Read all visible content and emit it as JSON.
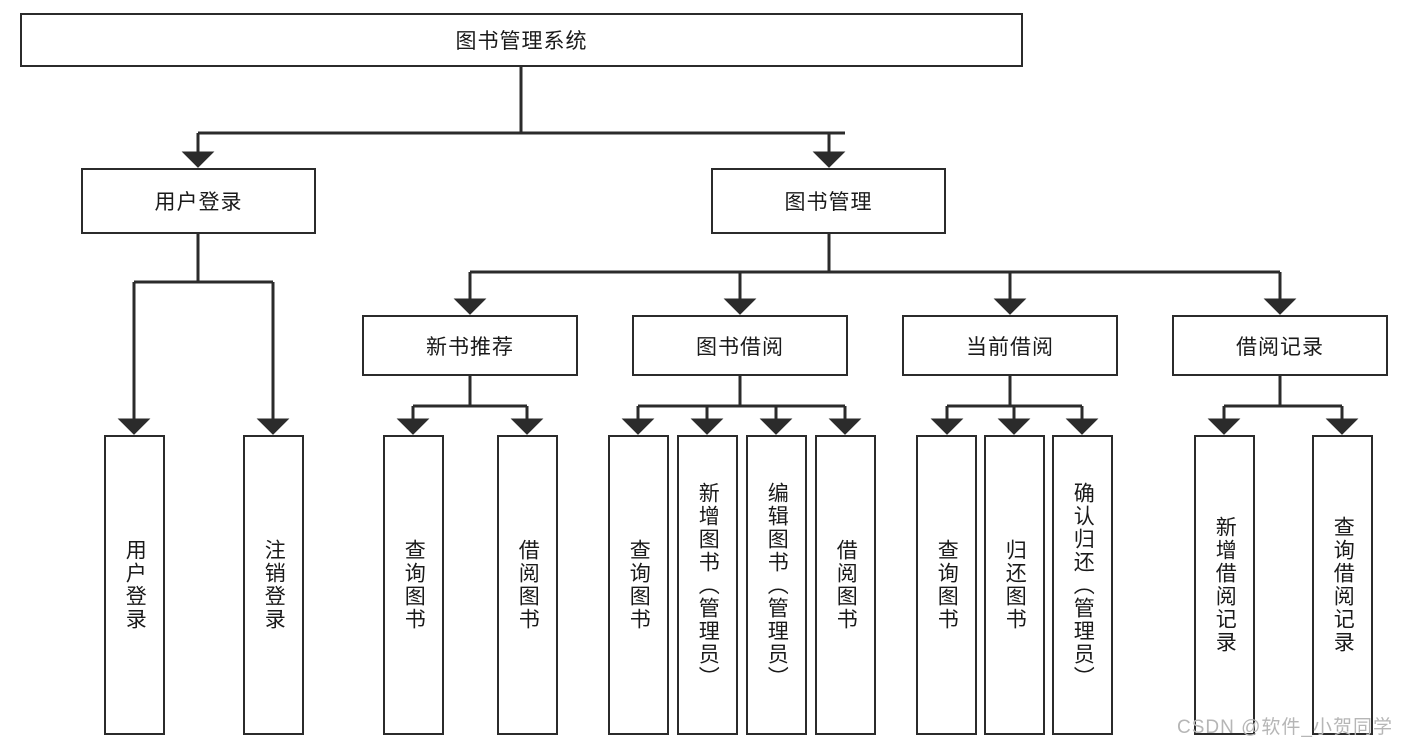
{
  "diagram": {
    "title_node": {
      "label": "图书管理系统"
    },
    "level2": [
      {
        "label": "用户登录"
      },
      {
        "label": "图书管理"
      }
    ],
    "level3": [
      {
        "label": "新书推荐"
      },
      {
        "label": "图书借阅"
      },
      {
        "label": "当前借阅"
      },
      {
        "label": "借阅记录"
      }
    ],
    "leaves": {
      "user_login": [
        {
          "label": "用户登录"
        },
        {
          "label": "注销登录"
        }
      ],
      "new_book_recommend": [
        {
          "label": "查询图书"
        },
        {
          "label": "借阅图书"
        }
      ],
      "book_borrow": [
        {
          "label": "查询图书"
        },
        {
          "label": "新增图书（管理员）"
        },
        {
          "label": "编辑图书（管理员）"
        },
        {
          "label": "借阅图书"
        }
      ],
      "current_borrow": [
        {
          "label": "查询图书"
        },
        {
          "label": "归还图书"
        },
        {
          "label": "确认归还（管理员）"
        }
      ],
      "borrow_record": [
        {
          "label": "新增借阅记录"
        },
        {
          "label": "查询借阅记录"
        }
      ]
    }
  },
  "watermark": {
    "text": "CSDN @软件_小贺同学"
  },
  "colors": {
    "stroke": "#2b2b2b",
    "fill": "#ffffff",
    "text": "#1a1a1a",
    "watermark": "#b6b6b6"
  }
}
